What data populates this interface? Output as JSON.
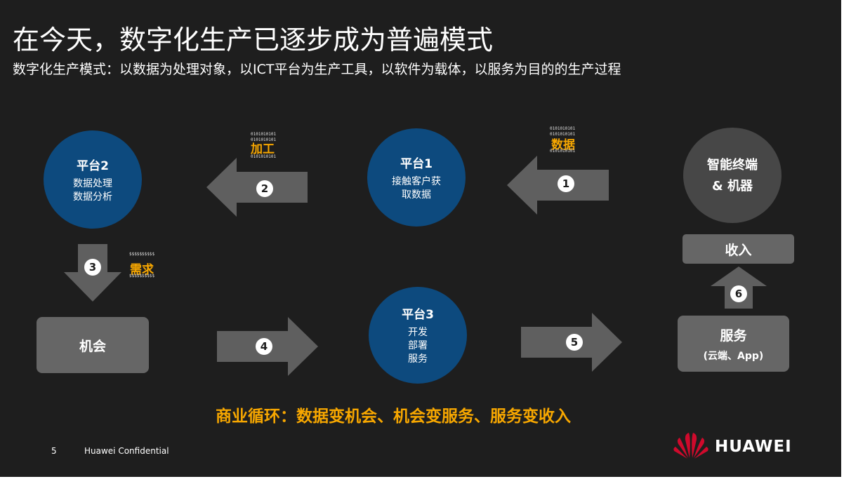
{
  "slide": {
    "title": "在今天，数字化生产已逐步成为普遍模式",
    "subtitle": "数字化生产模式：以数据为处理对象，以ICT平台为生产工具，以软件为载体，以服务为目的的生产过程"
  },
  "platform2": {
    "title": "平台2",
    "line1": "数据处理",
    "line2": "数据分析"
  },
  "platform1": {
    "title": "平台1",
    "line1": "接触客户获",
    "line2": "取数据"
  },
  "terminal": {
    "line1": "智能终端",
    "line2": "& 机器"
  },
  "platform3": {
    "title": "平台3",
    "line1": "开发",
    "line2": "部署",
    "line3": "服务"
  },
  "opportunity": {
    "label": "机会"
  },
  "income": {
    "label": "收入"
  },
  "service": {
    "title": "服务",
    "subtitle": "(云端、App)"
  },
  "tags": {
    "process": "加工",
    "data": "数据",
    "demand": "需求"
  },
  "binary": {
    "line1": "0101010101",
    "line2": "0101010101",
    "line3": "0101010101",
    "dollar": "$$$$$$$$$$"
  },
  "steps": {
    "s1": "1",
    "s2": "2",
    "s3": "3",
    "s4": "4",
    "s5": "5",
    "s6": "6"
  },
  "slogan": "商业循环：数据变机会、机会变服务、服务变收入",
  "footer": {
    "page": "5",
    "confidential": "Huawei Confidential"
  },
  "logo": {
    "text": "HUAWEI",
    "color": "#cf0a2c"
  },
  "colors": {
    "background": "#1e1e1e",
    "platform_blue": "#0d4a7e",
    "accent_orange": "#f7a700",
    "box_grey": "#666666",
    "arrow_grey": "#5f5f5f"
  }
}
